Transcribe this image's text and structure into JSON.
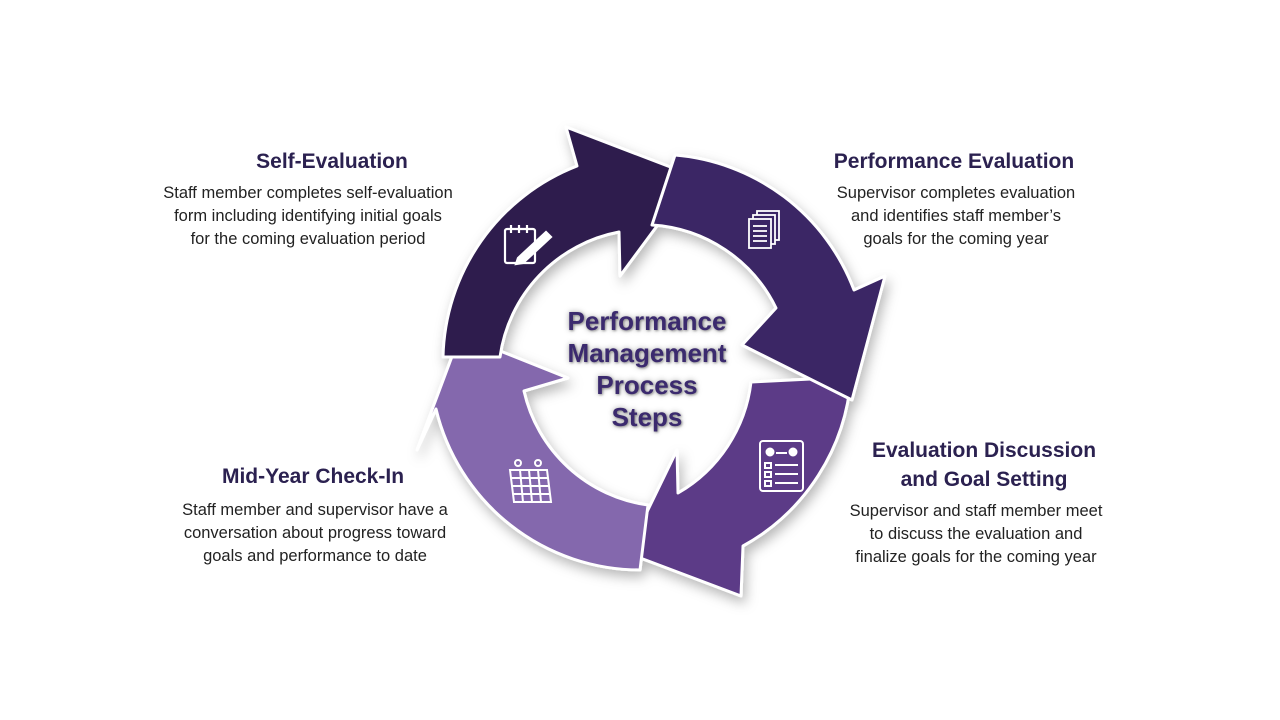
{
  "center_title": [
    "Performance",
    "Management",
    "Process",
    "Steps"
  ],
  "colors": {
    "self_evaluation": "#2e1f4d",
    "performance_evaluation": "#3a2565",
    "evaluation_discussion": "#5b3a87",
    "mid_year_check_in": "#8468ad",
    "title_text": "#2b2150"
  },
  "steps": {
    "self_evaluation": {
      "title": [
        "Self-Evaluation"
      ],
      "description": [
        "Staff member completes self-evaluation",
        "form including  identifying initial goals",
        "for the coming evaluation period"
      ],
      "icon": "clipboard-pencil-icon"
    },
    "performance_evaluation": {
      "title": [
        "Performance  Evaluation"
      ],
      "description": [
        "Supervisor completes evaluation",
        "and identifies staff member’s",
        "goals for the coming year"
      ],
      "icon": "documents-stack-icon"
    },
    "evaluation_discussion": {
      "title": [
        "Evaluation Discussion",
        "and Goal Setting"
      ],
      "description": [
        "Supervisor and staff member meet",
        "to discuss the evaluation and",
        "finalize goals for the coming year"
      ],
      "icon": "meeting-checklist-icon"
    },
    "mid_year_check_in": {
      "title": [
        "Mid-Year Check-In"
      ],
      "description": [
        "Staff member and supervisor have a",
        "conversation about  progress toward",
        "goals and  performance to date"
      ],
      "icon": "calendar-icon"
    }
  }
}
